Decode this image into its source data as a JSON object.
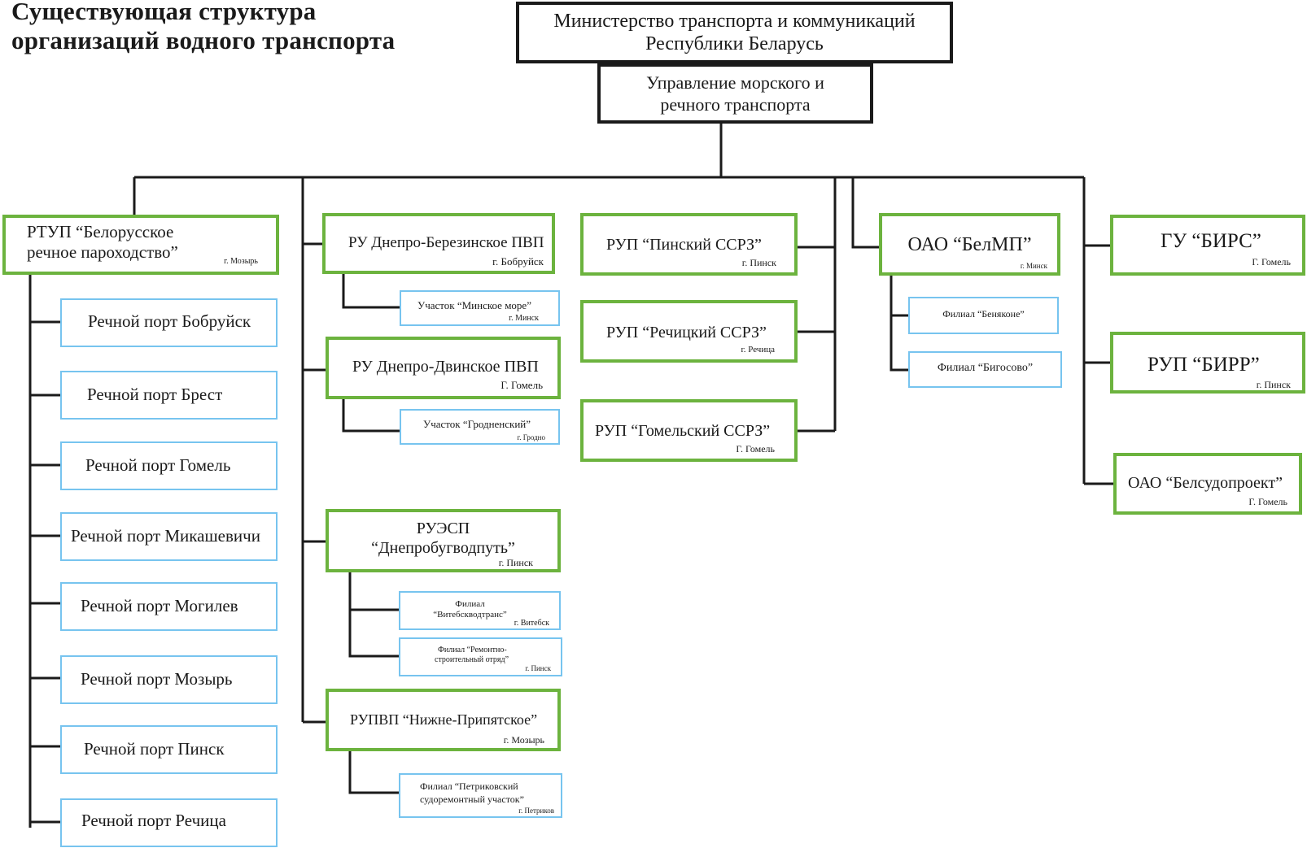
{
  "title": [
    "Существующая структура",
    "организаций водного транспорта"
  ],
  "ministry": [
    "Министерство транспорта и коммуникаций",
    "Республики Беларусь"
  ],
  "directorate": [
    "Управление морского и",
    "речного транспорта"
  ],
  "rtup": {
    "name": [
      "РТУП  “Белорусское",
      "речное пароходство”"
    ],
    "city": "г. Мозырь"
  },
  "ports": [
    "Речной порт Бобруйск",
    "Речной порт Брест",
    "Речной порт Гомель",
    "Речной порт Микашевичи",
    "Речной порт Могилев",
    "Речной порт Мозырь",
    "Речной порт Пинск",
    "Речной порт Речица"
  ],
  "col2": [
    {
      "name": "РУ Днепро-Березинское ПВП",
      "city": "г. Бобруйск",
      "sub": "Участок “Минское море”",
      "sub_city": "г. Минск"
    },
    {
      "name": "РУ Днепро-Двинское ПВП",
      "city": "Г. Гомель",
      "sub": "Участок “Гродненский”",
      "sub_city": "г. Гродно"
    },
    {
      "name": [
        "РУЭСП",
        "“Днепробугводпуть”"
      ],
      "city": "г. Пинск",
      "subs": [
        {
          "lines": [
            "Филиал",
            "“Витебскводтранс”"
          ],
          "city": "г. Витебск"
        },
        {
          "lines": [
            "Филиал  “Ремонтно-",
            "строительный отряд”"
          ],
          "city": "г. Пинск"
        }
      ]
    },
    {
      "name": "РУПВП “Нижне-Припятское”",
      "city": "г. Мозырь",
      "sub": [
        "Филиал  “Петриковский",
        "судоремонтный участок”"
      ],
      "sub_city": "г. Петриков"
    }
  ],
  "col3": [
    {
      "name": "РУП “Пинский ССРЗ”",
      "city": "г. Пинск"
    },
    {
      "name": "РУП “Речицкий ССРЗ”",
      "city": "г. Речица"
    },
    {
      "name": "РУП “Гомельский ССРЗ”",
      "city": "Г. Гомель"
    }
  ],
  "col4": {
    "name": "ОАО “БелМП”",
    "city": "г. Минск",
    "subs": [
      "Филиал “Беняконе”",
      "Филиал “Бигосово”"
    ]
  },
  "col5": [
    {
      "name": "ГУ “БИРС”",
      "city": "Г. Гомель"
    },
    {
      "name": "РУП “БИРР”",
      "city": "г. Пинск"
    },
    {
      "name": "ОАО “Белсудопроект”",
      "city": "Г. Гомель"
    }
  ],
  "colors": {
    "line": "#1a1a1a",
    "green": "#6cb33e",
    "blue": "#77c4ef"
  }
}
